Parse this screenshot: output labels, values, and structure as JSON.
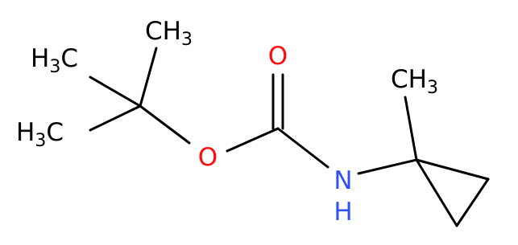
{
  "molecule": {
    "colors": {
      "bond": "#000000",
      "carbon_label": "#000000",
      "oxygen": "#ff0d0d",
      "nitrogen": "#3050f8"
    },
    "labels": {
      "ch3_top": {
        "main": "CH",
        "sub": "3"
      },
      "h3c_upper_left": {
        "h": "H",
        "sub": "3",
        "c": "C"
      },
      "h3c_lower_left": {
        "h": "H",
        "sub": "3",
        "c": "C"
      },
      "oxygen_carbonyl": "O",
      "oxygen_ether": "O",
      "nitrogen_n": "N",
      "nitrogen_h": "H",
      "ch3_right": {
        "main": "CH",
        "sub": "3"
      }
    }
  }
}
